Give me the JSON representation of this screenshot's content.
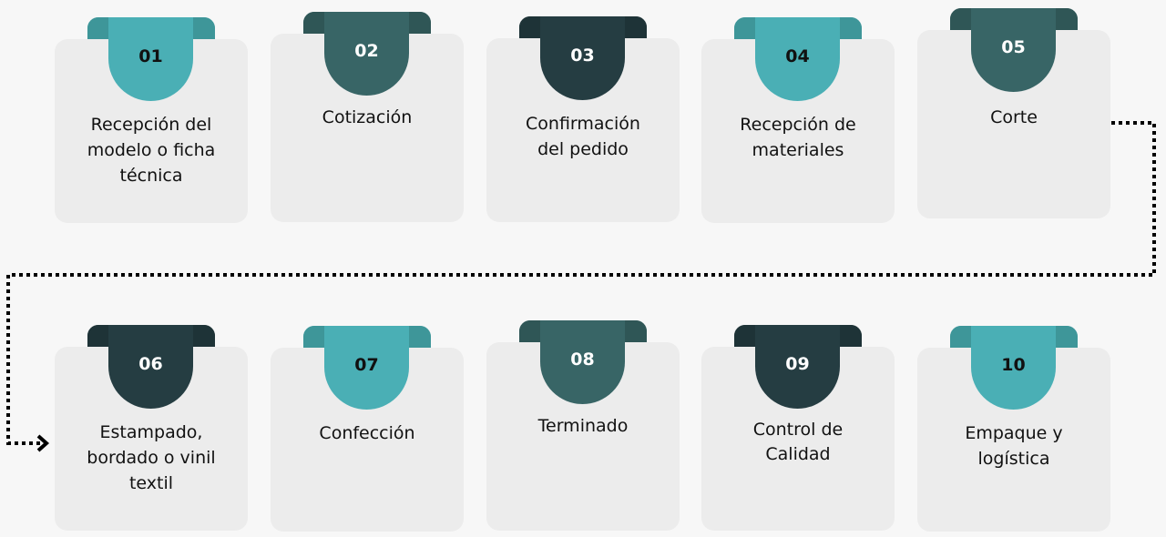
{
  "steps": [
    {
      "number": "01",
      "title": "Recepción del modelo o ficha técnica"
    },
    {
      "number": "02",
      "title": "Cotización"
    },
    {
      "number": "03",
      "title": "Confirmación del pedido"
    },
    {
      "number": "04",
      "title": "Recepción de materiales"
    },
    {
      "number": "05",
      "title": "Corte"
    },
    {
      "number": "06",
      "title": "Estampado, bordado o vinil textil"
    },
    {
      "number": "07",
      "title": "Confección"
    },
    {
      "number": "08",
      "title": "Terminado"
    },
    {
      "number": "09",
      "title": "Control de Calidad"
    },
    {
      "number": "10",
      "title": "Empaque y logística"
    }
  ],
  "colors": {
    "light": "#4aafb5",
    "mid": "#386566",
    "dark": "#253d42",
    "card": "#ececec"
  }
}
